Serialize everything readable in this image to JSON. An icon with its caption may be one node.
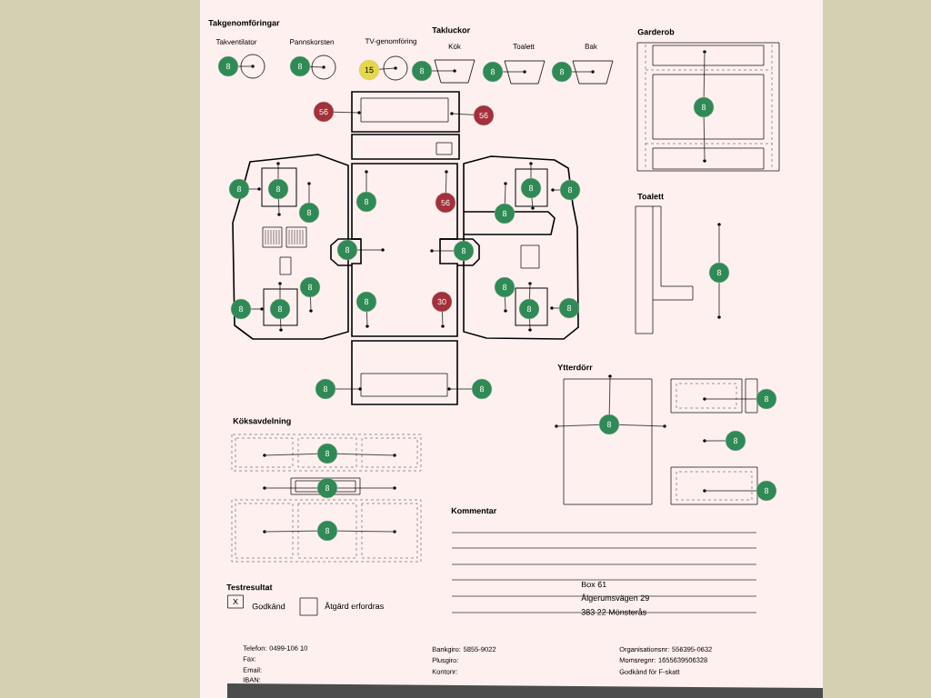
{
  "diagram": {
    "nodes": [
      {
        "text": [
          "8"
        ]
      },
      {
        "text": [
          "8"
        ]
      },
      {
        "text": [
          "15"
        ]
      },
      {
        "text": [
          "8"
        ]
      },
      {
        "text": [
          "8"
        ]
      },
      {
        "text": [
          "8"
        ]
      },
      {
        "text": [
          "56"
        ]
      },
      {
        "text": [
          "56"
        ]
      },
      {
        "text": [
          "8"
        ]
      },
      {
        "text": [
          "8"
        ]
      },
      {
        "text": [
          "8"
        ]
      },
      {
        "text": [
          "8"
        ]
      },
      {
        "text": [
          "56"
        ]
      },
      {
        "text": [
          "8"
        ]
      },
      {
        "text": [
          "8"
        ]
      },
      {
        "text": [
          "8"
        ]
      },
      {
        "text": [
          "8"
        ]
      },
      {
        "text": [
          "8"
        ]
      },
      {
        "text": [
          "8"
        ]
      },
      {
        "text": [
          "30"
        ]
      },
      {
        "text": [
          "8"
        ]
      },
      {
        "text": [
          "8"
        ]
      },
      {
        "text": [
          "8"
        ]
      },
      {
        "text": [
          "8"
        ]
      },
      {
        "text": [
          "8"
        ]
      },
      {
        "text": [
          "8"
        ]
      },
      {
        "text": [
          "8"
        ]
      },
      {
        "text": [
          "8"
        ]
      },
      {
        "text": [
          "8"
        ]
      },
      {
        "text": [
          "8"
        ]
      },
      {
        "text": [
          "8"
        ]
      },
      {
        "text": [
          "8"
        ]
      },
      {
        "text": [
          "8"
        ]
      },
      {
        "text": [
          "8"
        ]
      },
      {
        "text": [
          "8"
        ]
      },
      {
        "text": [
          "8"
        ]
      },
      {
        "text": [
          "8"
        ]
      },
      {
        "text": [],
        "shape": "circle"
      },
      {
        "text": [],
        "shape": "circle"
      },
      {
        "text": [],
        "shape": "circle"
      },
      {
        "text": [],
        "shape": "circle"
      },
      {
        "text": [],
        "shape": "circle"
      },
      {
        "text": [],
        "shape": "circle"
      },
      {
        "text": [],
        "shape": "circle"
      },
      {
        "text": [],
        "shape": "circle"
      },
      {
        "text": [],
        "shape": "circle"
      },
      {
        "text": [],
        "shape": "circle"
      },
      {
        "text": [],
        "shape": "circle"
      },
      {
        "text": [],
        "shape": "circle"
      },
      {
        "text": [],
        "shape": "circle"
      },
      {
        "text": [],
        "shape": "circle"
      },
      {
        "text": [],
        "shape": "circle"
      },
      {
        "text": [],
        "shape": "circle"
      },
      {
        "text": [],
        "shape": "circle"
      },
      {
        "text": [],
        "shape": "circle"
      },
      {
        "text": [],
        "shape": "circle"
      },
      {
        "text": [],
        "shape": "circle"
      },
      {
        "text": [],
        "shape": "circle"
      },
      {
        "text": [],
        "shape": "circle"
      },
      {
        "text": [],
        "shape": "circle"
      },
      {
        "text": [],
        "shape": "circle"
      },
      {
        "text": [],
        "shape": "circle"
      },
      {
        "text": [],
        "shape": "circle"
      },
      {
        "text": [],
        "shape": "circle"
      },
      {
        "text": [],
        "shape": "circle"
      },
      {
        "text": [],
        "shape": "circle"
      },
      {
        "text": [],
        "shape": "circle"
      },
      {
        "text": [],
        "shape": "circle"
      },
      {
        "text": [],
        "shape": "circle"
      },
      {
        "text": [],
        "shape": "circle"
      },
      {
        "text": [],
        "shape": "circle"
      },
      {
        "text": [],
        "shape": "circle"
      },
      {
        "text": [],
        "shape": "circle"
      },
      {
        "text": [],
        "shape": "circle"
      },
      {
        "text": [],
        "shape": "circle"
      },
      {
        "text": [],
        "shape": "circle"
      },
      {
        "text": [],
        "shape": "circle"
      },
      {
        "text": [],
        "shape": "circle"
      },
      {
        "text": [],
        "shape": "circle"
      },
      {
        "text": [],
        "shape": "circle"
      },
      {
        "text": [],
        "shape": "circle"
      },
      {
        "text": [],
        "shape": "circle"
      },
      {
        "text": [],
        "shape": "circle"
      },
      {
        "text": [],
        "shape": "circle"
      },
      {
        "text": [],
        "shape": "circle"
      }
    ],
    "edges": [
      {
        "from": 0,
        "to": 37,
        "arrow": "none"
      },
      {
        "from": 1,
        "to": 38,
        "arrow": "none"
      },
      {
        "from": 2,
        "to": 39,
        "arrow": "none"
      },
      {
        "from": 3,
        "to": 40,
        "arrow": "none"
      },
      {
        "from": 4,
        "to": 41,
        "arrow": "none"
      },
      {
        "from": 5,
        "to": 42,
        "arrow": "none"
      },
      {
        "from": 6,
        "to": 43,
        "arrow": "none"
      },
      {
        "from": 7,
        "to": 44,
        "arrow": "none"
      },
      {
        "from": 8,
        "to": 45,
        "arrow": "none"
      },
      {
        "from": 9,
        "to": 46,
        "arrow": "none"
      },
      {
        "from": 9,
        "to": 47,
        "arrow": "none"
      },
      {
        "from": 10,
        "to": 48,
        "arrow": "none"
      },
      {
        "from": 11,
        "to": 49,
        "arrow": "none"
      },
      {
        "from": 12,
        "to": 50,
        "arrow": "none"
      },
      {
        "from": 13,
        "to": 51,
        "arrow": "none"
      },
      {
        "from": 14,
        "to": 52,
        "arrow": "none"
      },
      {
        "from": 15,
        "to": 53,
        "arrow": "none"
      },
      {
        "from": 16,
        "to": 54,
        "arrow": "none"
      },
      {
        "from": 17,
        "to": 55,
        "arrow": "none"
      },
      {
        "from": 17,
        "to": 56,
        "arrow": "none"
      },
      {
        "from": 18,
        "to": 57,
        "arrow": "none"
      },
      {
        "from": 19,
        "to": 58,
        "arrow": "none"
      },
      {
        "from": 20,
        "to": 59,
        "arrow": "none"
      },
      {
        "from": 20,
        "to": 60,
        "arrow": "none"
      },
      {
        "from": 21,
        "to": 61,
        "arrow": "none"
      },
      {
        "from": 22,
        "to": 62,
        "arrow": "none"
      },
      {
        "from": 23,
        "to": 63,
        "arrow": "none"
      },
      {
        "from": 24,
        "to": 64,
        "arrow": "none"
      },
      {
        "from": 24,
        "to": 65,
        "arrow": "none"
      },
      {
        "from": 25,
        "to": 66,
        "arrow": "none"
      },
      {
        "from": 26,
        "to": 67,
        "arrow": "none"
      },
      {
        "from": 27,
        "to": 68,
        "arrow": "none"
      },
      {
        "from": 28,
        "to": 69,
        "arrow": "none"
      },
      {
        "from": 28,
        "to": 70,
        "arrow": "none"
      },
      {
        "from": 29,
        "to": 71,
        "arrow": "none"
      },
      {
        "from": 29,
        "to": 72,
        "arrow": "none"
      },
      {
        "from": 30,
        "to": 73,
        "arrow": "none"
      },
      {
        "from": 30,
        "to": 74,
        "arrow": "none"
      },
      {
        "from": 30,
        "to": 75,
        "arrow": "none"
      },
      {
        "from": 31,
        "to": 76,
        "arrow": "none"
      },
      {
        "from": 32,
        "to": 77,
        "arrow": "none"
      },
      {
        "from": 33,
        "to": 78,
        "arrow": "none"
      },
      {
        "from": 34,
        "to": 79,
        "arrow": "none"
      },
      {
        "from": 34,
        "to": 80,
        "arrow": "none"
      },
      {
        "from": 35,
        "to": 81,
        "arrow": "none"
      },
      {
        "from": 35,
        "to": 82,
        "arrow": "none"
      },
      {
        "from": 36,
        "to": 83,
        "arrow": "none"
      },
      {
        "from": 36,
        "to": 84,
        "arrow": "none"
      }
    ],
    "labels": [
      "Takgenomföringar",
      "Takventilator",
      "Pannskorsten",
      "TV-genomföring",
      "Takluckor",
      "Kök",
      "Toalett",
      "Bak",
      "Garderob",
      "Toalett",
      "Ytterdörr",
      "Köksavdelning",
      "Kommentar",
      "Testresultat",
      "X",
      "Godkänd",
      "Åtgärd erfordras",
      "Box 61",
      "Ålgerumsvägen 29",
      "383 22 Mönsterås",
      "Telefon: 0499-106 10",
      "Fax:",
      "Email:",
      "IBAN:",
      "Bankgiro: 5855-9022",
      "Plusgiro:",
      "Kontonr:",
      "Organisationsnr: 556395-0632",
      "Momsregnr: 1655639506328",
      "Godkänd för F-skatt"
    ]
  }
}
